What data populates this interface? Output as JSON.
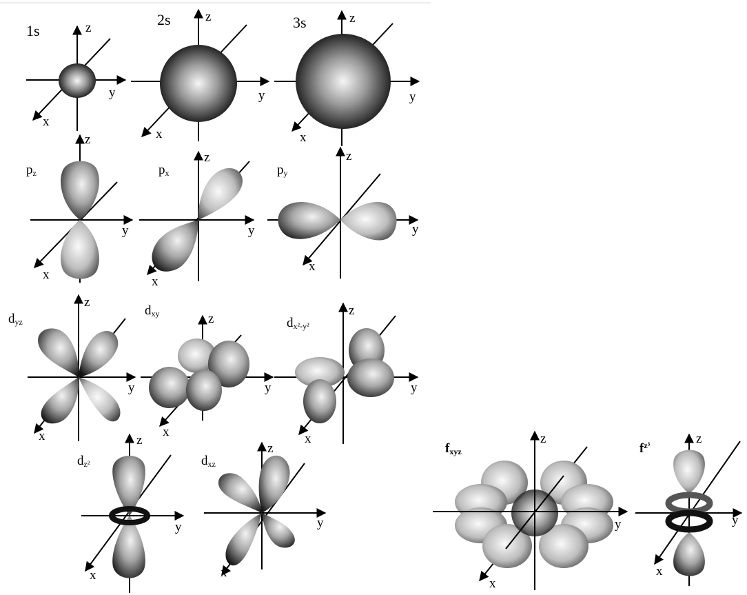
{
  "axis_letters": {
    "x": "x",
    "y": "y",
    "z": "z"
  },
  "orbitals": [
    {
      "id": "1s",
      "label": "1s",
      "sub": ""
    },
    {
      "id": "2s",
      "label": "2s",
      "sub": ""
    },
    {
      "id": "3s",
      "label": "3s",
      "sub": ""
    },
    {
      "id": "pz",
      "label": "p",
      "sub": "z"
    },
    {
      "id": "px",
      "label": "p",
      "sub": "x"
    },
    {
      "id": "py",
      "label": "p",
      "sub": "y"
    },
    {
      "id": "dyz",
      "label": "d",
      "sub": "yz"
    },
    {
      "id": "dxy",
      "label": "d",
      "sub": "xy"
    },
    {
      "id": "dx2y2",
      "label": "d",
      "sub": "x²-y²"
    },
    {
      "id": "dz2",
      "label": "d",
      "sub": "z²"
    },
    {
      "id": "dxz",
      "label": "d",
      "sub": "xz"
    },
    {
      "id": "fxyz",
      "label": "f",
      "sub": "xyz"
    },
    {
      "id": "fz3",
      "label": "f",
      "sub": "z³"
    }
  ],
  "colors": {
    "lobe_light": "#f4f4f4",
    "lobe_mid": "#9a9a9a",
    "lobe_dark": "#111111",
    "axis": "#000000"
  }
}
